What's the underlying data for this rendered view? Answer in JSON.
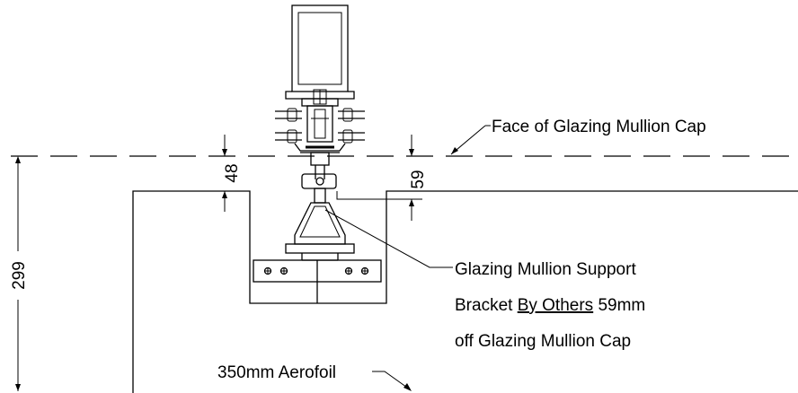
{
  "labels": {
    "mullion_cap": "Face of Glazing Mullion Cap",
    "bracket_line1": "Glazing Mullion Support",
    "bracket_line2_pre": "Bracket ",
    "bracket_line2_ul": "By Others",
    "bracket_line2_post": " 59mm",
    "bracket_line3": "off Glazing Mullion Cap",
    "aerofoil": "350mm Aerofoil"
  },
  "dimensions": {
    "dim_48": "48",
    "dim_59": "59",
    "dim_299": "299"
  },
  "colors": {
    "line": "#000000",
    "background": "#ffffff"
  }
}
